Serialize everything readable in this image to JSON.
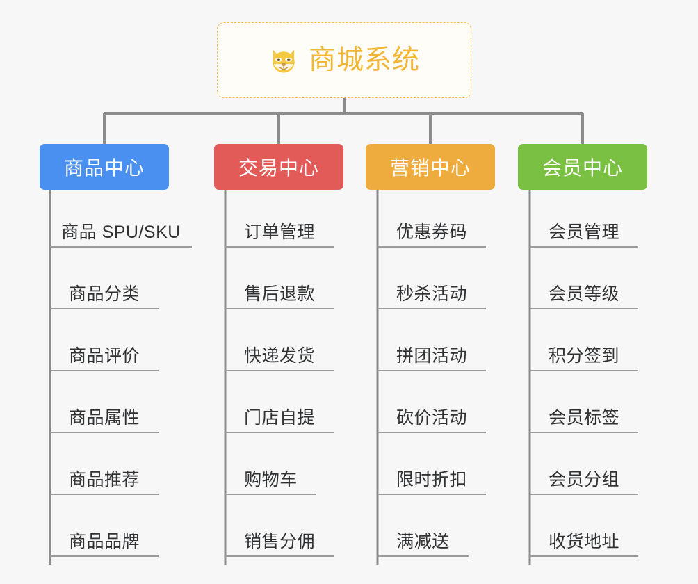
{
  "diagram": {
    "title": "商城系统",
    "background_color": "#f7f7f7",
    "root": {
      "label": "商城系统",
      "icon": "shiba-dog-face-icon",
      "text_color": "#f2b632",
      "border_color": "#f5bd4a",
      "fill_color": "#fffdf8"
    },
    "connector_color": "#8c8c8c",
    "leaf_line_color": "#9b9b9b",
    "leaf_text_color": "#2f3133",
    "columns": [
      {
        "label": "商品中心",
        "color": "#4a90f0",
        "items": [
          "商品 SPU/SKU",
          "商品分类",
          "商品评价",
          "商品属性",
          "商品推荐",
          "商品品牌"
        ]
      },
      {
        "label": "交易中心",
        "color": "#e35b58",
        "items": [
          "订单管理",
          "售后退款",
          "快递发货",
          "门店自提",
          "购物车",
          "销售分佣"
        ]
      },
      {
        "label": "营销中心",
        "color": "#eeab3e",
        "items": [
          "优惠券码",
          "秒杀活动",
          "拼团活动",
          "砍价活动",
          "限时折扣",
          "满减送"
        ]
      },
      {
        "label": "会员中心",
        "color": "#7ac143",
        "items": [
          "会员管理",
          "会员等级",
          "积分签到",
          "会员标签",
          "会员分组",
          "收货地址"
        ]
      }
    ]
  }
}
